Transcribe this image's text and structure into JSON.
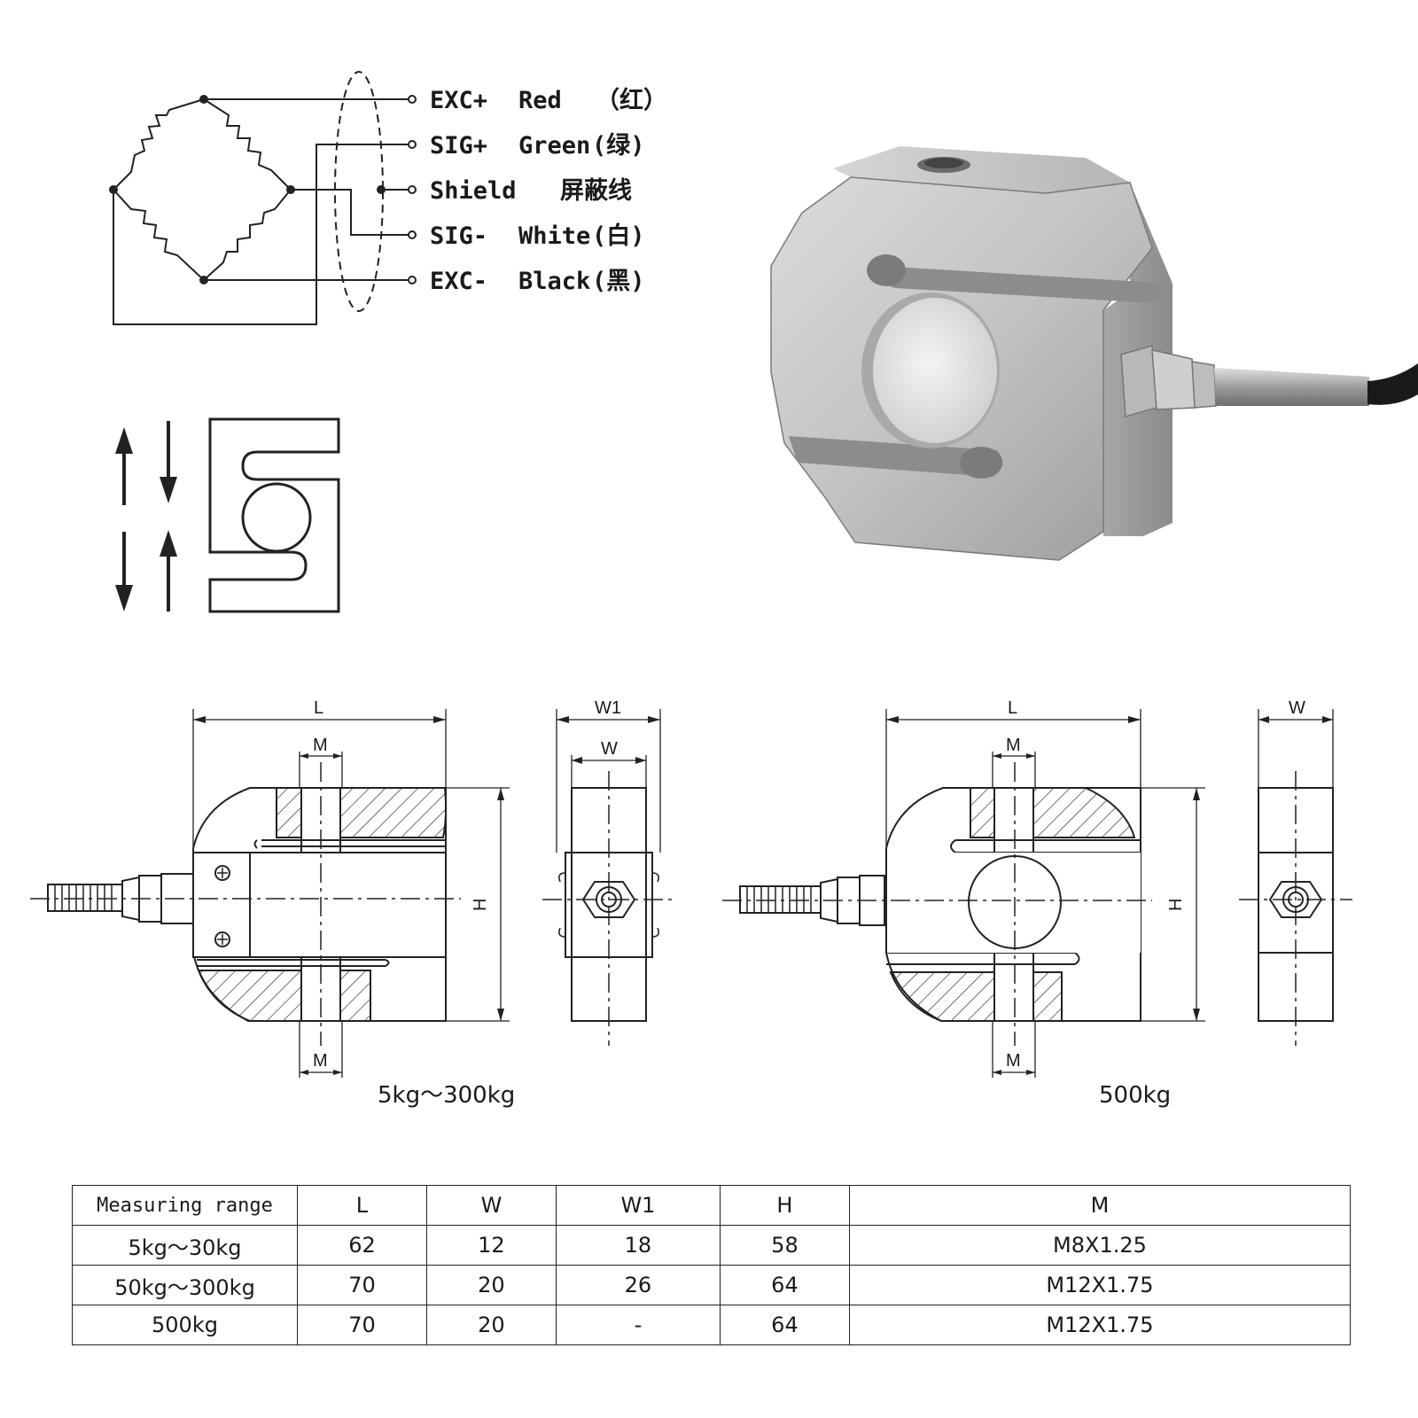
{
  "wiring": {
    "labels": [
      {
        "signal": "EXC+",
        "color": "Red",
        "cn": "（红）"
      },
      {
        "signal": "SIG+",
        "color": "Green",
        "cn": "(绿)"
      },
      {
        "signal": "Shield",
        "color": "",
        "cn": "屏蔽线"
      },
      {
        "signal": "SIG-",
        "color": "White",
        "cn": "(白)"
      },
      {
        "signal": "EXC-",
        "color": "Black",
        "cn": "(黑)"
      }
    ]
  },
  "drawings": {
    "left": {
      "caption": "5kg～300kg",
      "dims": {
        "L": "L",
        "M_top": "M",
        "M_bottom": "M",
        "H": "H",
        "W1": "W1",
        "W": "W"
      }
    },
    "right": {
      "caption": "500kg",
      "dims": {
        "L": "L",
        "M_top": "M",
        "M_bottom": "M",
        "H": "H",
        "W": "W"
      }
    }
  },
  "table": {
    "headers": [
      "Measuring range",
      "L",
      "W",
      "W1",
      "H",
      "M"
    ],
    "rows": [
      [
        "5kg～30kg",
        "62",
        "12",
        "18",
        "58",
        "M8X1.25"
      ],
      [
        "50kg～300kg",
        "70",
        "20",
        "26",
        "64",
        "M12X1.75"
      ],
      [
        "500kg",
        "70",
        "20",
        "-",
        "64",
        "M12X1.75"
      ]
    ]
  }
}
